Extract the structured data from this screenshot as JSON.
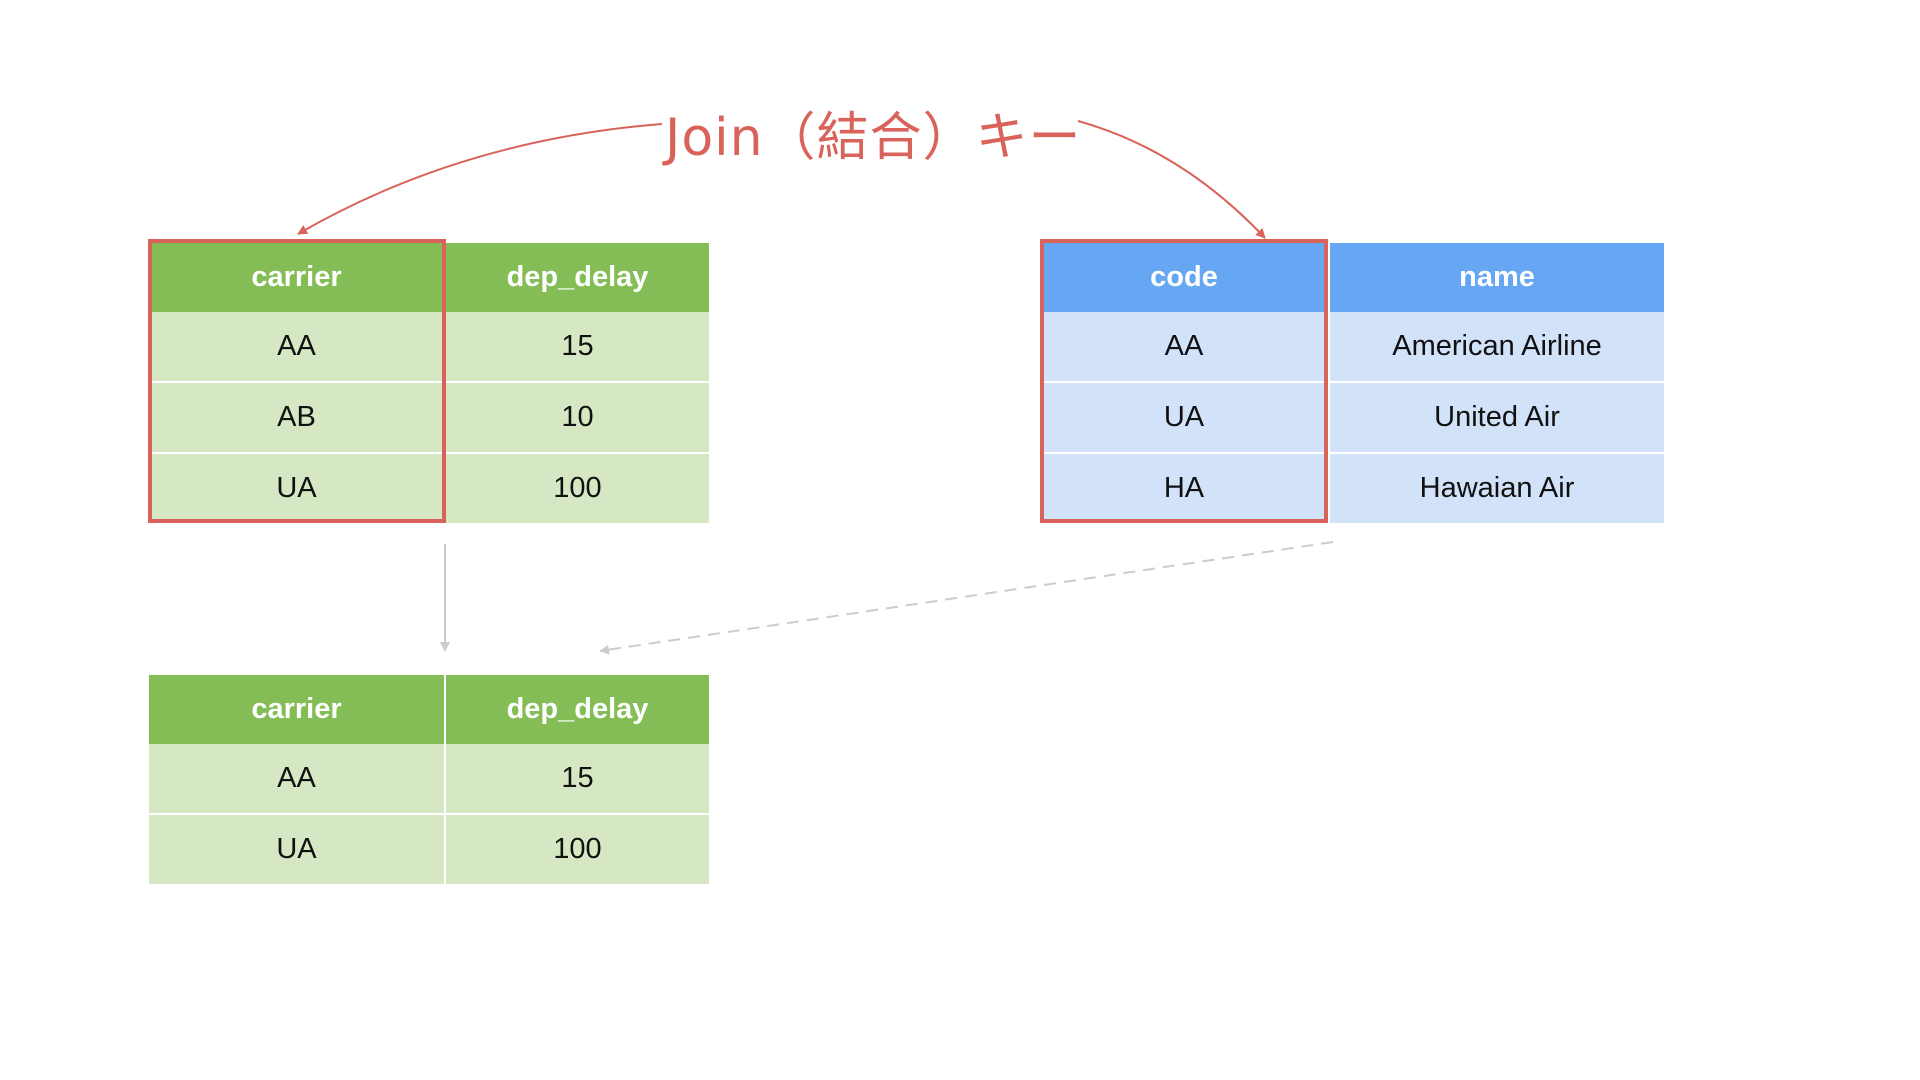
{
  "title": "Join（結合）キー",
  "left_table": {
    "headers": [
      "carrier",
      "dep_delay"
    ],
    "rows": [
      [
        "AA",
        "15"
      ],
      [
        "AB",
        "10"
      ],
      [
        "UA",
        "100"
      ]
    ]
  },
  "right_table": {
    "headers": [
      "code",
      "name"
    ],
    "rows": [
      [
        "AA",
        "American Airline"
      ],
      [
        "UA",
        "United Air"
      ],
      [
        "HA",
        "Hawaian Air"
      ]
    ]
  },
  "result_table": {
    "headers": [
      "carrier",
      "dep_delay"
    ],
    "rows": [
      [
        "AA",
        "15"
      ],
      [
        "UA",
        "100"
      ]
    ]
  },
  "colors": {
    "accent_red": "#d9625a",
    "green_header": "#84bd55",
    "green_cell": "#d5e8c3",
    "blue_header": "#65a7f3",
    "blue_cell": "#d2e2f8",
    "connector_gray": "#cccccc"
  }
}
